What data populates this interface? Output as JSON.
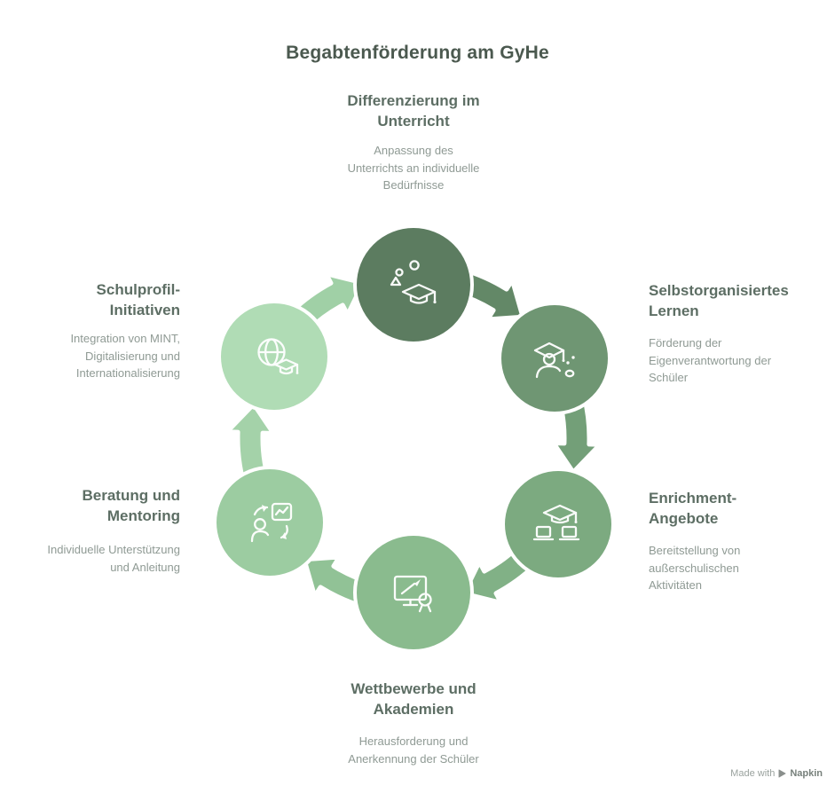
{
  "title": "Begabtenförderung am GyHe",
  "nodes": [
    {
      "label": "Differenzierung im\nUnterricht",
      "description": "Anpassung des\nUnterrichts an individuelle\nBedürfnisse",
      "color": "#5c7c60",
      "icon": "students-ideas-graduation-icon"
    },
    {
      "label": "Selbstorganisiertes\nLernen",
      "description": "Förderung der\nEigenverantwortung der\nSchüler",
      "color": "#6f9673",
      "icon": "student-graduation-cap-icon"
    },
    {
      "label": "Enrichment-\nAngebote",
      "description": "Bereitstellung von\naußerschulischen\nAktivitäten",
      "color": "#7caa80",
      "icon": "graduation-cap-laptops-icon"
    },
    {
      "label": "Wettbewerbe und\nAkademien",
      "description": "Herausforderung und\nAnerkennung der Schüler",
      "color": "#8abb8e",
      "icon": "monitor-brush-award-icon"
    },
    {
      "label": "Beratung und\nMentoring",
      "description": "Individuelle Unterstützung\nund Anleitung",
      "color": "#9ccca1",
      "icon": "person-chart-cycle-icon"
    },
    {
      "label": "Schulprofil-\nInitiativen",
      "description": "Integration von MINT,\nDigitalisierung und\nInternationalisierung",
      "color": "#b0dcb5",
      "icon": "globe-graduation-icon"
    }
  ],
  "arrows": [
    {
      "from": "Differenzierung im Unterricht",
      "to": "Selbstorganisiertes Lernen",
      "color": "#638867"
    },
    {
      "from": "Selbstorganisiertes Lernen",
      "to": "Enrichment-Angebote",
      "color": "#739f78"
    },
    {
      "from": "Enrichment-Angebote",
      "to": "Wettbewerbe und Akademien",
      "color": "#81b186"
    },
    {
      "from": "Wettbewerbe und Akademien",
      "to": "Beratung und Mentoring",
      "color": "#91c296"
    },
    {
      "from": "Beratung und Mentoring",
      "to": "Schulprofil-Initiativen",
      "color": "#a4d2a9"
    },
    {
      "from": "Schulprofil-Initiativen",
      "to": "Differenzierung im Unterricht",
      "color": "#a0d0a6"
    }
  ],
  "watermark": {
    "prefix": "Made with",
    "brand": "Napkin"
  }
}
